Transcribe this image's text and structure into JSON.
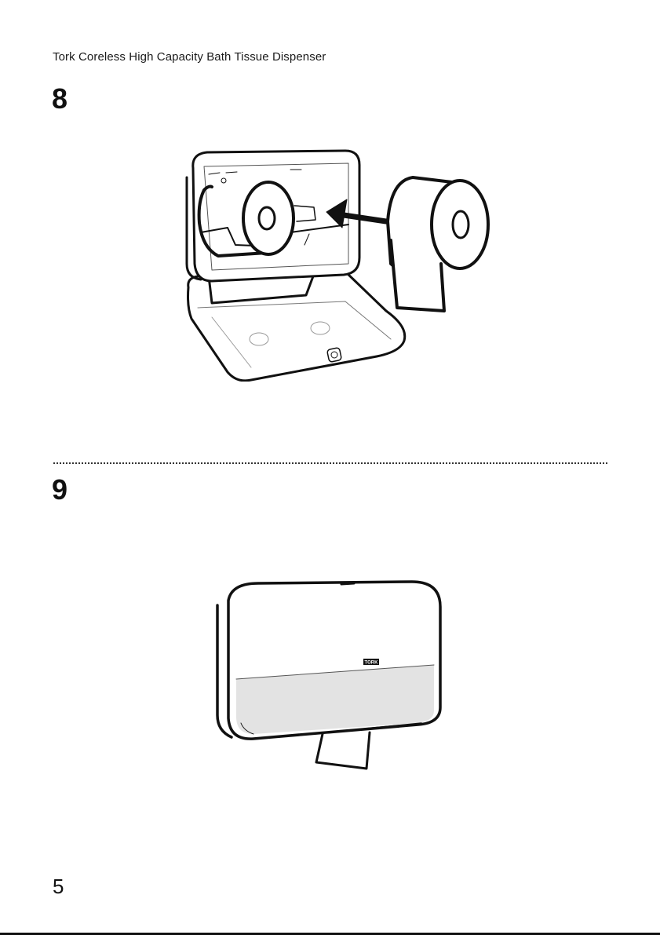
{
  "header": {
    "title": "Tork Coreless High Capacity Bath Tissue Dispenser"
  },
  "steps": [
    {
      "number": "8",
      "illustration": "insert-roll-into-dispenser"
    },
    {
      "number": "9",
      "illustration": "closed-dispenser-with-tissue"
    }
  ],
  "footer": {
    "page_number": "5"
  },
  "logo_text": "TORK",
  "colors": {
    "ink": "#111111",
    "window_grey": "#e3e3e3",
    "background": "#ffffff"
  }
}
